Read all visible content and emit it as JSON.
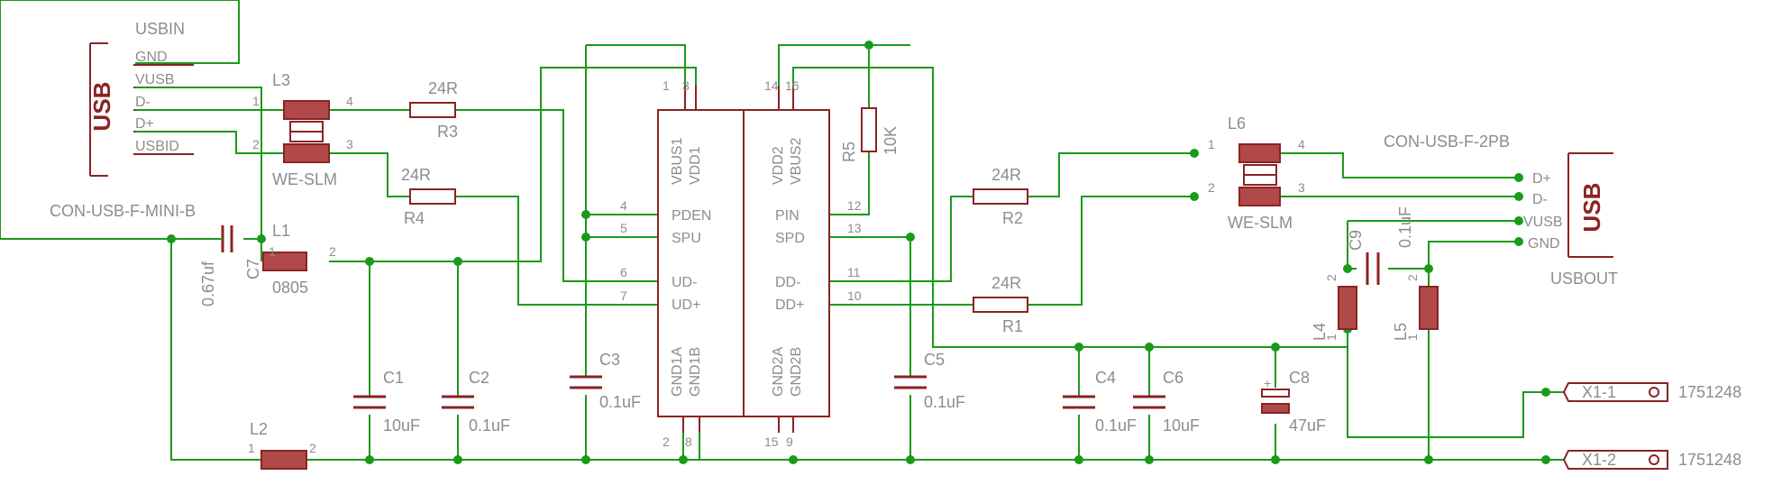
{
  "connectors": {
    "usbin": {
      "name": "USBIN",
      "value": "CON-USB-F-MINI-B",
      "body": "USB",
      "pins": [
        "GND",
        "VUSB",
        "D-",
        "D+",
        "USBID"
      ]
    },
    "usbout": {
      "name": "USBOUT",
      "value": "CON-USB-F-2PB",
      "body": "USB",
      "pins": [
        "D+",
        "D-",
        "VUSB",
        "GND"
      ]
    }
  },
  "chip": {
    "left_pins": [
      {
        "num": "4",
        "name": "PDEN"
      },
      {
        "num": "5",
        "name": "SPU"
      },
      {
        "num": "6",
        "name": "UD-"
      },
      {
        "num": "7",
        "name": "UD+"
      }
    ],
    "right_pins": [
      {
        "num": "12",
        "name": "PIN"
      },
      {
        "num": "13",
        "name": "SPD"
      },
      {
        "num": "11",
        "name": "DD-"
      },
      {
        "num": "10",
        "name": "DD+"
      }
    ],
    "top_left": [
      "VBUS1",
      "VDD1"
    ],
    "top_left_nums": [
      "1",
      "3"
    ],
    "top_right": [
      "VDD2",
      "VBUS2"
    ],
    "top_right_nums": [
      "14",
      "16"
    ],
    "bottom_left": [
      "GND1A",
      "GND1B"
    ],
    "bottom_left_nums": [
      "2",
      "8"
    ],
    "bottom_right": [
      "GND2A",
      "GND2B"
    ],
    "bottom_right_nums": [
      "15",
      "9"
    ]
  },
  "chokes": {
    "l3": {
      "name": "L3",
      "value": "WE-SLM",
      "p1": "1",
      "p2": "2",
      "p3": "3",
      "p4": "4"
    },
    "l6": {
      "name": "L6",
      "value": "WE-SLM",
      "p1": "1",
      "p2": "2",
      "p3": "3",
      "p4": "4"
    }
  },
  "resistors": {
    "r3": {
      "name": "R3",
      "value": "24R"
    },
    "r4": {
      "name": "R4",
      "value": "24R"
    },
    "r2": {
      "name": "R2",
      "value": "24R"
    },
    "r1": {
      "name": "R1",
      "value": "24R"
    },
    "r5": {
      "name": "R5",
      "value": "10K"
    }
  },
  "inductors": {
    "l1": {
      "name": "L1",
      "value": "0805",
      "p1": "1",
      "p2": "2"
    },
    "l2": {
      "name": "L2",
      "p1": "1",
      "p2": "2"
    },
    "l4": {
      "name": "L4",
      "p1": "1",
      "p2": "2"
    },
    "l5": {
      "name": "L5",
      "p1": "1",
      "p2": "2"
    }
  },
  "capacitors": {
    "c7": {
      "name": "C7",
      "value": "0.67uf"
    },
    "c1": {
      "name": "C1",
      "value": "10uF"
    },
    "c2": {
      "name": "C2",
      "value": "0.1uF"
    },
    "c3": {
      "name": "C3",
      "value": "0.1uF"
    },
    "c5": {
      "name": "C5",
      "value": "0.1uF"
    },
    "c4": {
      "name": "C4",
      "value": "0.1uF"
    },
    "c6": {
      "name": "C6",
      "value": "10uF"
    },
    "c8": {
      "name": "C8",
      "value": "47uF",
      "polarity": "+"
    },
    "c9": {
      "name": "C9",
      "value": "0.1uF"
    }
  },
  "terminals": {
    "x1_1": {
      "name": "X1-1",
      "value": "1751248"
    },
    "x1_2": {
      "name": "X1-2",
      "value": "1751248"
    }
  },
  "colors": {
    "wire": "#1a9a1a",
    "part": "#8b2323",
    "text": "#8c8c8c",
    "background": "#ffffff"
  }
}
